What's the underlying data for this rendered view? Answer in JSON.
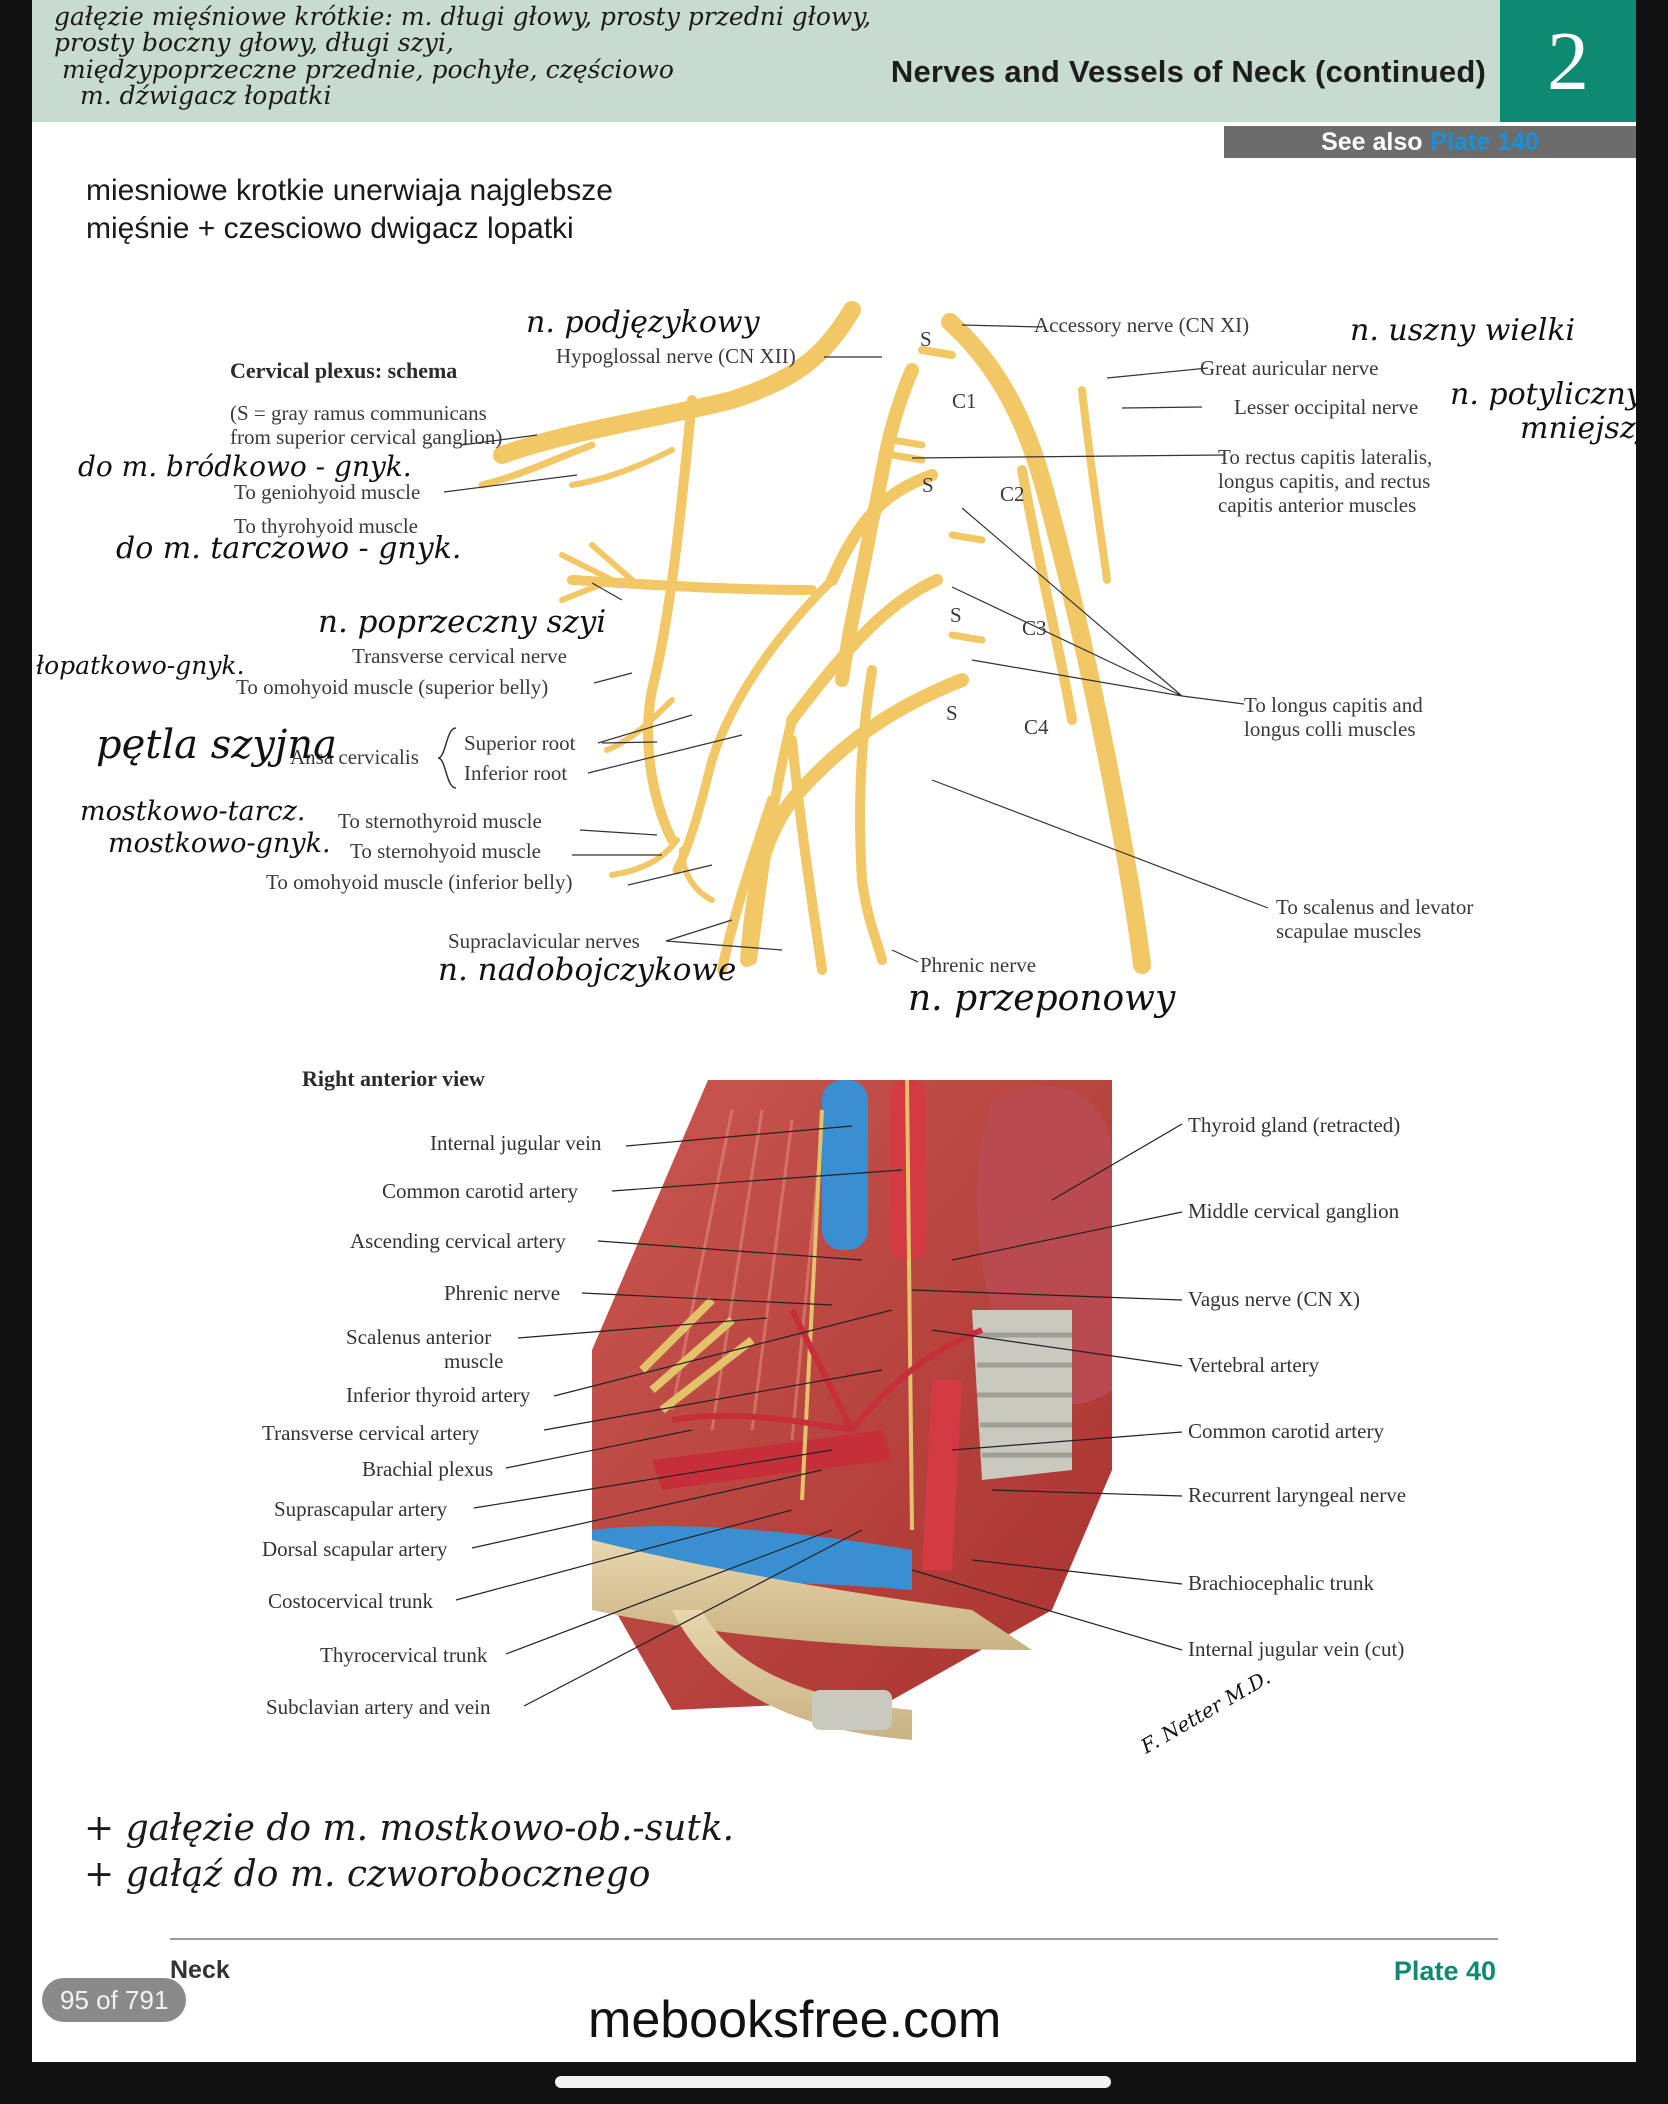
{
  "header": {
    "title": "Nerves and Vessels of Neck (continued)",
    "plate_number": "2",
    "see_also_prefix": "See also",
    "see_also_link": "Plate 140"
  },
  "handwritten_top": [
    "gałęzie mięśniowe krótkie: m. długi głowy, prosty przedni głowy,",
    "prosty boczny głowy, długi szyi,",
    "międzypoprzeczne przednie, pochyłe, częściowo",
    "m. dźwigacz łopatki"
  ],
  "typed_note": [
    "miesniowe krotkie unerwiaja najglebsze",
    "mięśnie + czesciowo dwigacz lopatki"
  ],
  "schema": {
    "title": "Cervical plexus: schema",
    "legend_1": "(S = gray ramus communicans",
    "legend_2": "from superior cervical ganglion)",
    "s_label": "S",
    "roots": [
      "C1",
      "C2",
      "C3",
      "C4"
    ],
    "labels_left": {
      "hypoglossal": "Hypoglossal nerve (CN XII)",
      "geniohyoid": "To geniohyoid muscle",
      "thyrohyoid": "To thyrohyoid muscle",
      "transverse_cervical": "Transverse cervical nerve",
      "omohyoid_superior": "To omohyoid muscle (superior belly)",
      "ansa": "Ansa cervicalis",
      "superior_root": "Superior root",
      "inferior_root": "Inferior root",
      "sternothyroid": "To sternothyroid muscle",
      "sternohyoid": "To sternohyoid muscle",
      "omohyoid_inferior": "To omohyoid muscle (inferior belly)",
      "supraclavicular": "Supraclavicular nerves",
      "phrenic": "Phrenic nerve"
    },
    "labels_right": {
      "accessory": "Accessory nerve (CN XI)",
      "great_auricular": "Great auricular nerve",
      "lesser_occipital": "Lesser occipital nerve",
      "rectus_1": "To rectus capitis lateralis,",
      "rectus_2": "longus capitis, and rectus",
      "rectus_3": "capitis anterior muscles",
      "longus_1": "To longus capitis and",
      "longus_2": "longus colli muscles",
      "scalenus_1": "To scalenus and levator",
      "scalenus_2": "scapulae muscles"
    },
    "handwritten": {
      "podjezykowy": "n. podjęzykowy",
      "uszny": "n. uszny wielki",
      "potyliczny_1": "n. potyliczny",
      "potyliczny_2": "mniejszy",
      "brodkowo": "do m. bródkowo - gnyk.",
      "tarczowo": "do m. tarczowo - gnyk.",
      "poprzeczny": "n. poprzeczny szyi",
      "lopatkowo": "łopatkowo-gnyk.",
      "petla": "pętla szyjna",
      "mostkowo_tarcz": "mostkowo-tarcz.",
      "mostkowo_gnyk": "mostkowo-gnyk.",
      "nadobojczykowe": "n. nadobojczykowe",
      "przeponowy": "n. przeponowy"
    }
  },
  "illustration": {
    "title": "Right anterior view",
    "labels_left": [
      "Internal jugular vein",
      "Common carotid artery",
      "Ascending cervical artery",
      "Phrenic nerve",
      "Scalenus anterior",
      "muscle",
      "Inferior thyroid artery",
      "Transverse cervical artery",
      "Brachial plexus",
      "Suprascapular artery",
      "Dorsal scapular artery",
      "Costocervical trunk",
      "Thyrocervical trunk",
      "Subclavian artery and vein"
    ],
    "labels_right": [
      "Thyroid gland (retracted)",
      "Middle cervical ganglion",
      "Vagus nerve (CN X)",
      "Vertebral artery",
      "Common carotid artery",
      "Recurrent laryngeal nerve",
      "Brachiocephalic trunk",
      "Internal jugular vein (cut)"
    ],
    "signature": "F. Netter M.D."
  },
  "handwritten_bottom": [
    "+ gałęzie do m. mostkowo-ob.-sutk.",
    "+ gałąź do m. czworobocznego"
  ],
  "footer": {
    "section": "Neck",
    "plate": "Plate 40",
    "page_counter": "95 of 791",
    "watermark": "mebooksfree.com"
  },
  "colors": {
    "header_band": "#c7dccf",
    "accent": "#0e8a72",
    "nerve": "#f2c766",
    "nerve_edge": "#d9a93e",
    "link": "#1a90d6"
  }
}
